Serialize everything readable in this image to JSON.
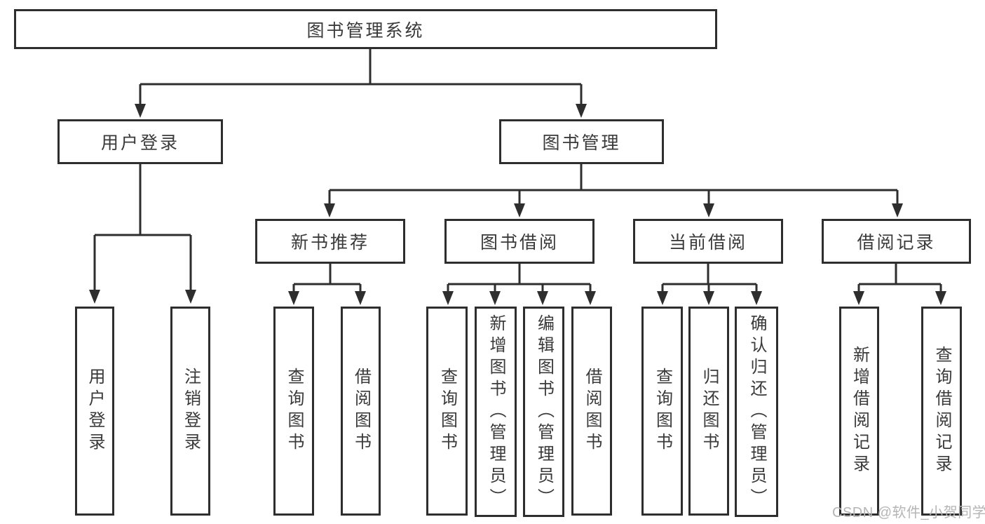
{
  "tree": {
    "label": "图书管理系统",
    "children": [
      {
        "label": "用户登录",
        "children": [
          {
            "label": "用户登录"
          },
          {
            "label": "注销登录"
          }
        ]
      },
      {
        "label": "图书管理",
        "children": [
          {
            "label": "新书推荐",
            "children": [
              {
                "label": "查询图书"
              },
              {
                "label": "借阅图书"
              }
            ]
          },
          {
            "label": "图书借阅",
            "children": [
              {
                "label": "查询图书"
              },
              {
                "label": "新增图书（管理员）"
              },
              {
                "label": "编辑图书（管理员）"
              },
              {
                "label": "借阅图书"
              }
            ]
          },
          {
            "label": "当前借阅",
            "children": [
              {
                "label": "查询图书"
              },
              {
                "label": "归还图书"
              },
              {
                "label": "确认归还（管理员）"
              }
            ]
          },
          {
            "label": "借阅记录",
            "children": [
              {
                "label": "新增借阅记录"
              },
              {
                "label": "查询借阅记录"
              }
            ]
          }
        ]
      }
    ]
  },
  "watermark": {
    "text": "CSDN @软件_小贺同学"
  },
  "colors": {
    "line": "#2e2e2e",
    "text": "#3a3a3a",
    "watermark": "#b5b5b5",
    "background": "#ffffff"
  }
}
